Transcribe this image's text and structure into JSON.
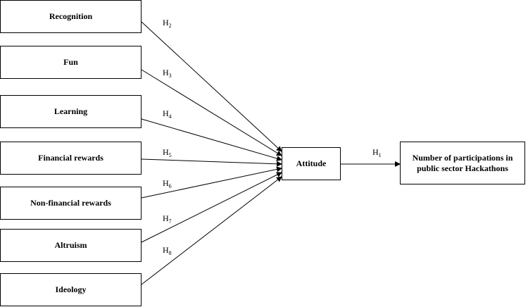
{
  "factors": [
    {
      "label": "Recognition",
      "hypothesis": "2"
    },
    {
      "label": "Fun",
      "hypothesis": "3"
    },
    {
      "label": "Learning",
      "hypothesis": "4"
    },
    {
      "label": "Financial rewards",
      "hypothesis": "5"
    },
    {
      "label": "Non-financial rewards",
      "hypothesis": "6"
    },
    {
      "label": "Altruism",
      "hypothesis": "7"
    },
    {
      "label": "Ideology",
      "hypothesis": "8"
    }
  ],
  "hypothesis_prefix": "H",
  "mediator": {
    "label": "Attitude"
  },
  "outcome": {
    "line1": "Number of participations in",
    "line2": "public sector Hackathons"
  },
  "final_hypothesis": "1"
}
